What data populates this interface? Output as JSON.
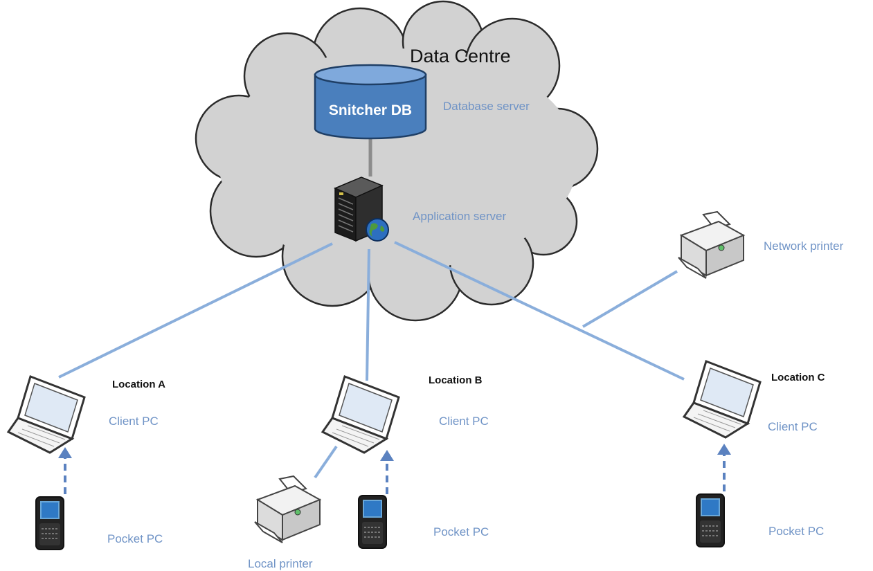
{
  "diagram": {
    "cloud_label": "Data Centre",
    "database": {
      "title": "Snitcher DB",
      "role": "Database server"
    },
    "application_server": {
      "role": "Application server"
    },
    "network_printer": {
      "label": "Network printer"
    },
    "locations": [
      {
        "name": "Location A",
        "client_label": "Client PC",
        "pocket_label": "Pocket PC"
      },
      {
        "name": "Location B",
        "client_label": "Client PC",
        "pocket_label": "Pocket PC",
        "printer_label": "Local printer"
      },
      {
        "name": "Location C",
        "client_label": "Client PC",
        "pocket_label": "Pocket PC"
      }
    ],
    "colors": {
      "connector": "#8aaedb",
      "label_blue": "#6f93c6",
      "cloud_fill": "#d2d2d2",
      "db_fill": "#4a7fbd"
    }
  }
}
